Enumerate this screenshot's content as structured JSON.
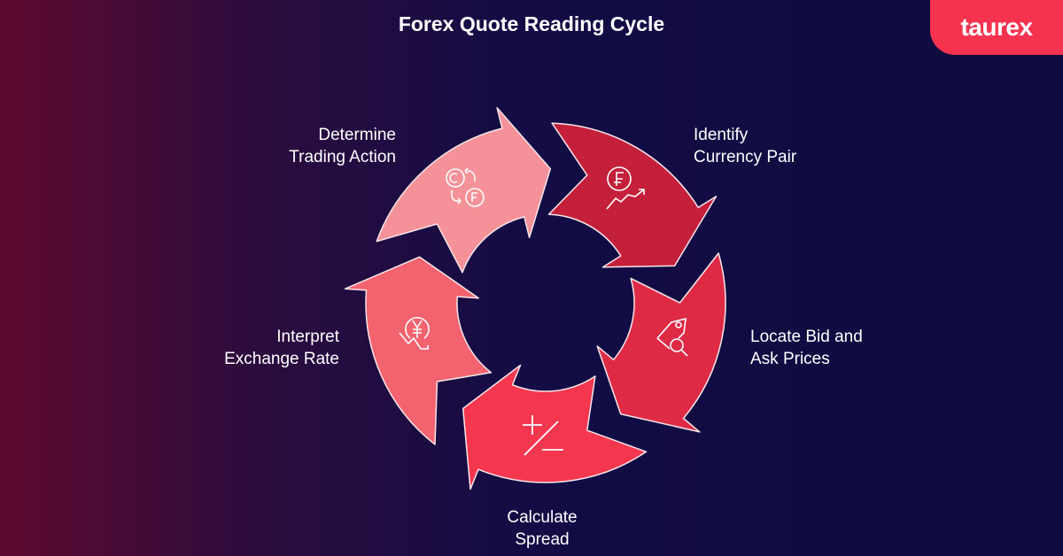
{
  "title": "Forex Quote Reading Cycle",
  "logo": "taurex",
  "steps": [
    {
      "line1": "Identify",
      "line2": "Currency Pair",
      "icon": "franc-trend-up-icon",
      "color": "#c4203b"
    },
    {
      "line1": "Locate Bid and",
      "line2": "Ask Prices",
      "icon": "price-tag-search-icon",
      "color": "#df2a46"
    },
    {
      "line1": "Calculate",
      "line2": "Spread",
      "icon": "plus-minus-icon",
      "color": "#f4374f"
    },
    {
      "line1": "Interpret",
      "line2": "Exchange Rate",
      "icon": "yen-trend-down-icon",
      "color": "#f3636f"
    },
    {
      "line1": "Determine",
      "line2": "Trading Action",
      "icon": "currency-exchange-icon",
      "color": "#f59198"
    }
  ]
}
